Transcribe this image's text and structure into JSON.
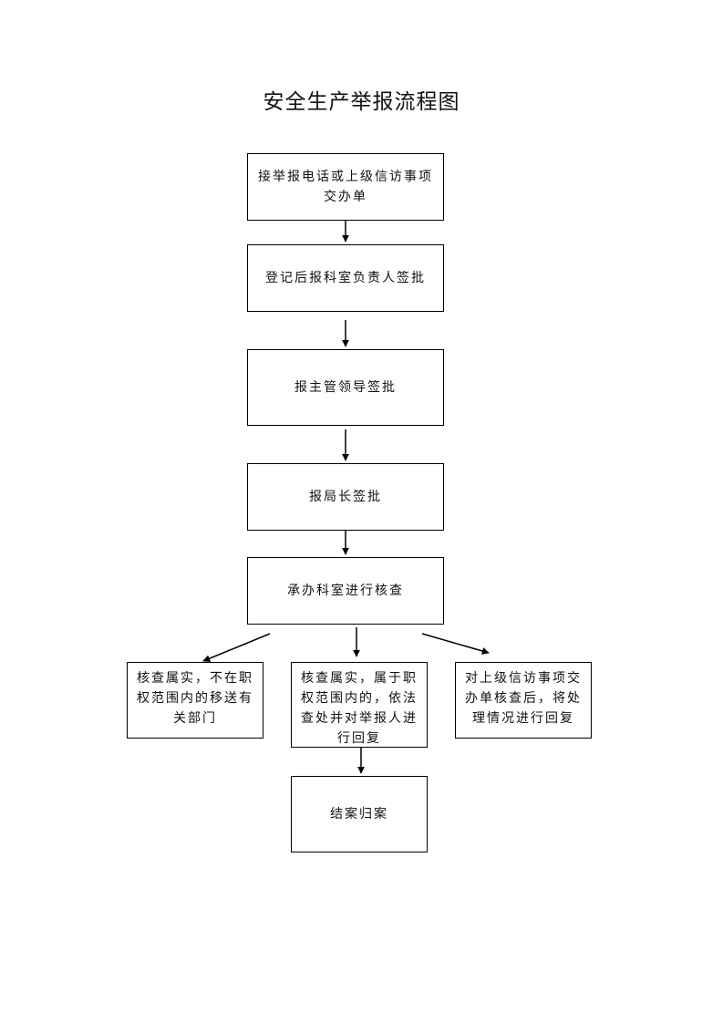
{
  "title": "安全生产举报流程图",
  "steps": [
    {
      "id": "s1",
      "lines": [
        "接举报电话或上级信访事项",
        "交办单"
      ]
    },
    {
      "id": "s2",
      "lines": [
        "登记后报科室负责人签批"
      ]
    },
    {
      "id": "s3",
      "lines": [
        "报主管领导签批"
      ]
    },
    {
      "id": "s4",
      "lines": [
        "报局长签批"
      ]
    },
    {
      "id": "s5",
      "lines": [
        "承办科室进行核查"
      ]
    }
  ],
  "branches": [
    {
      "id": "b1",
      "lines": [
        "核查属实，不在职",
        "权范围内的移送有",
        "关部门"
      ]
    },
    {
      "id": "b2",
      "lines": [
        "核查属实，属于职",
        "权范围内的，依法",
        "查处并对举报人进",
        "行回复"
      ]
    },
    {
      "id": "b3",
      "lines": [
        "对上级信访事项交",
        "办单核查后，将处",
        "理情况进行回复"
      ]
    }
  ],
  "final": {
    "id": "end",
    "lines": [
      "结案归案"
    ]
  }
}
